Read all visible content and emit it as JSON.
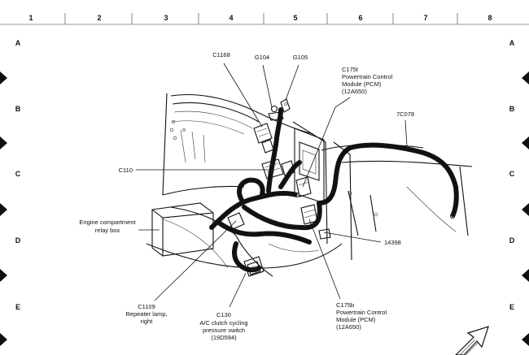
{
  "grid": {
    "columns": [
      "1",
      "2",
      "3",
      "4",
      "5",
      "6",
      "7",
      "8"
    ],
    "rows": [
      "A",
      "B",
      "C",
      "D",
      "E"
    ]
  },
  "labels": {
    "c1168": "C1168",
    "g104": "G104",
    "g105": "G105",
    "c175t_code": "C175t",
    "c175t_l1": "Powertrain Control",
    "c175t_l2": "Module (PCM)",
    "c175t_l3": "(12A650)",
    "c7078": "7C078",
    "c110": "C110",
    "relay_l1": "Engine compartment",
    "relay_l2": "relay box",
    "n14398": "14398",
    "c1109_code": "C1109",
    "c1109_l1": "Repeater lamp,",
    "c1109_l2": "right",
    "c130_code": "C130",
    "c130_l1": "A/C clutch cycling",
    "c130_l2": "pressure switch",
    "c130_l3": "(19D594)",
    "c175b_code": "C175b",
    "c175b_l1": "Powertrain Control",
    "c175b_l2": "Module (PCM)",
    "c175b_l3": "(12A650)"
  }
}
